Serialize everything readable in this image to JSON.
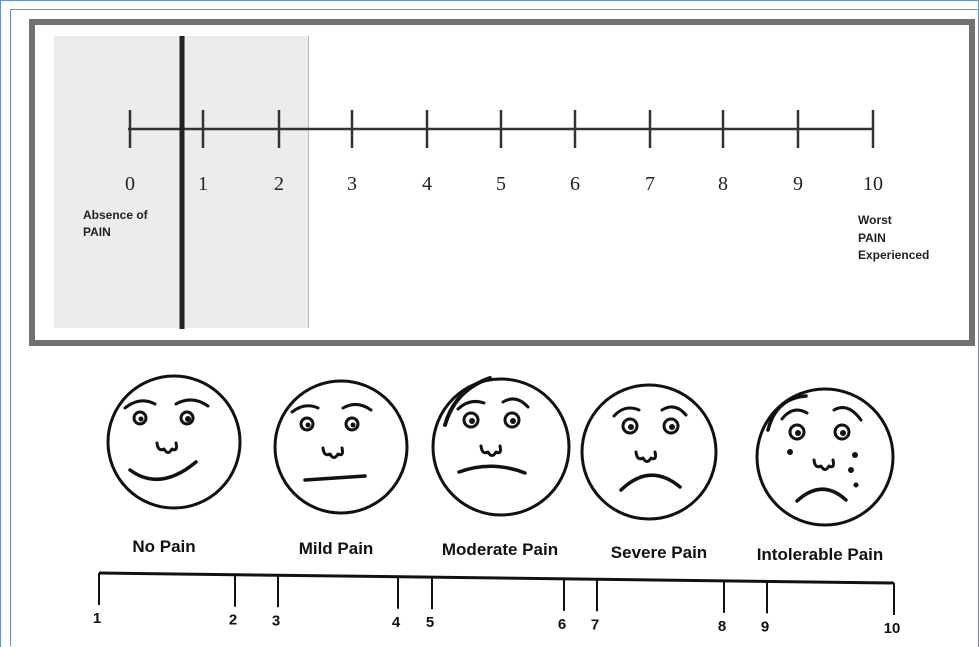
{
  "nrs_scale": {
    "numbers": [
      "0",
      "1",
      "2",
      "3",
      "4",
      "5",
      "6",
      "7",
      "8",
      "9",
      "10"
    ],
    "left_anchor": [
      "Absence of",
      "PAIN"
    ],
    "right_anchor": [
      "Worst",
      "PAIN",
      "Experienced"
    ],
    "marker_value": 0.7
  },
  "faces": [
    {
      "label": "No Pain",
      "expression": "smile"
    },
    {
      "label": "Mild Pain",
      "expression": "flat"
    },
    {
      "label": "Moderate Pain",
      "expression": "slight-frown"
    },
    {
      "label": "Severe Pain",
      "expression": "frown"
    },
    {
      "label": "Intolerable Pain",
      "expression": "crying"
    }
  ],
  "bottom_scale": {
    "numbers": [
      "1",
      "2",
      "3",
      "4",
      "5",
      "6",
      "7",
      "8",
      "9",
      "10"
    ]
  },
  "colors": {
    "frame_border": "#6b8fc7",
    "box_border": "#707070",
    "shade": "#ececec",
    "ink": "#111111"
  }
}
